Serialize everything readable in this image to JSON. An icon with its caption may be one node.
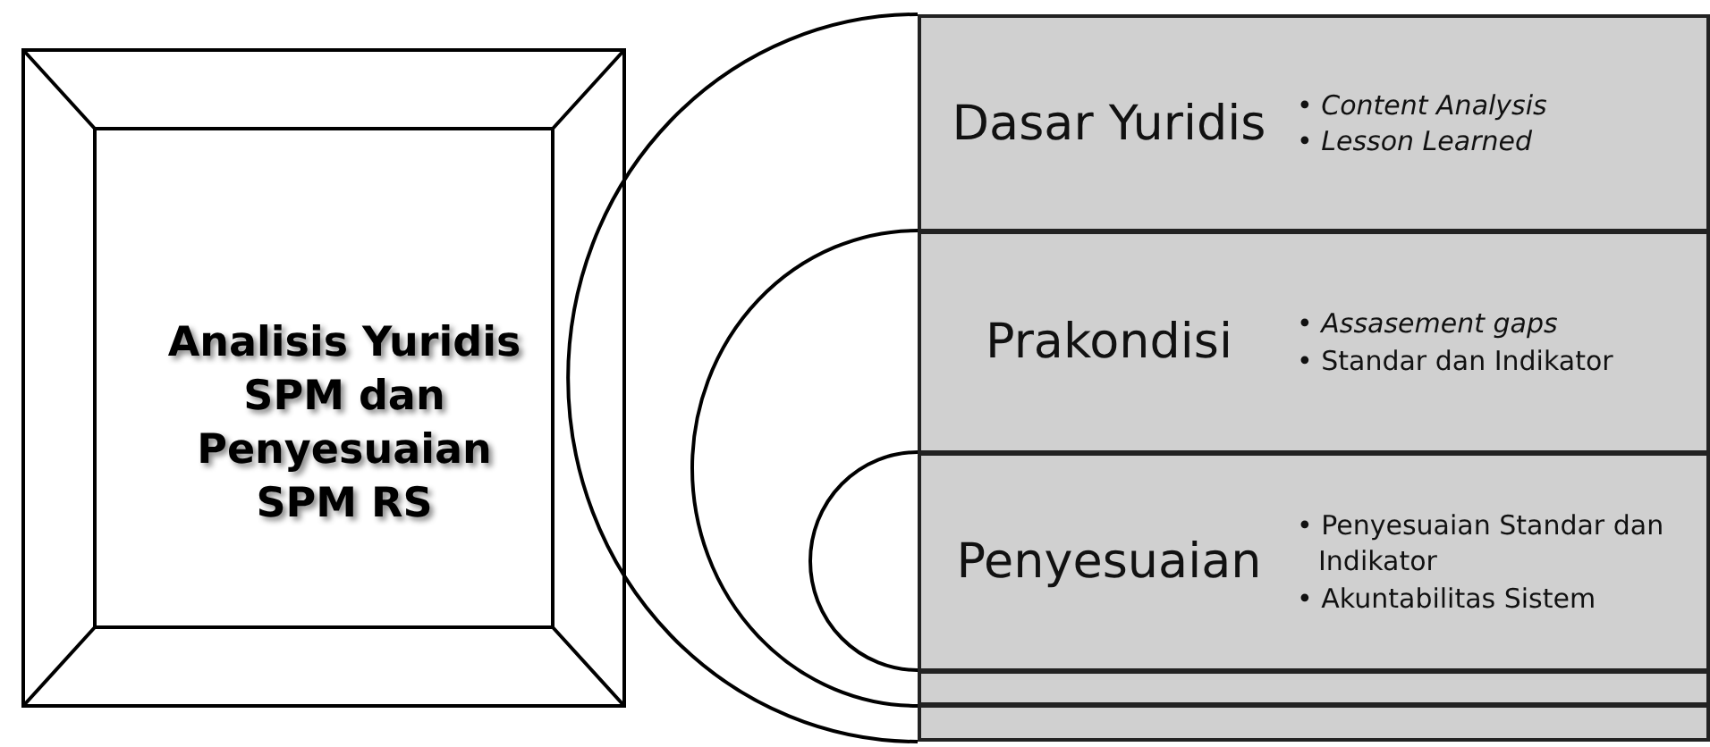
{
  "diagram": {
    "nodes": [
      {
        "text": [
          "Analisis Yuridis SPM dan Penyesuaian SPM RS"
        ]
      },
      {
        "text": [
          "Dasar Yuridis",
          "• *Content Analysis*",
          "• *Lesson Learned*"
        ]
      },
      {
        "text": [
          "Prakondisi",
          "• *Assasement gaps*",
          "• Standar dan Indikator"
        ]
      },
      {
        "text": [
          "Penyesuaian",
          "• Penyesuaian Standar dan Indikator",
          "• Akuntabilitas Sistem"
        ]
      }
    ]
  }
}
